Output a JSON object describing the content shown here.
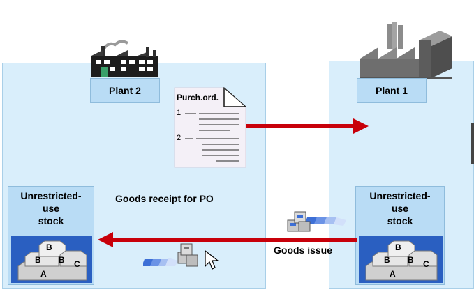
{
  "left_panel": {
    "plant_label": "Plant 2",
    "stock_label_lines": [
      "Unrestricted-",
      "use",
      "stock"
    ],
    "goods_receipt_label": "Goods receipt for PO"
  },
  "right_panel": {
    "plant_label": "Plant 1",
    "stock_label_lines": [
      "Unrestricted-",
      "use",
      "stock"
    ],
    "goods_issue_label": "Goods issue"
  },
  "purchase_order": {
    "title": "Purch.ord.",
    "item_numbers": [
      "1",
      "2"
    ]
  },
  "stock_block_letters": [
    "B",
    "B",
    "B",
    "C",
    "A"
  ],
  "colors": {
    "panel_bg": "#d9eefb",
    "label_bg": "#b9dcf5",
    "stock_inner": "#2a5fc1",
    "arrow_red": "#c8000a"
  },
  "icons": [
    "factory-icon",
    "industrial-plant-icon",
    "document-icon",
    "package-flow-icon",
    "mouse-cursor-icon"
  ]
}
